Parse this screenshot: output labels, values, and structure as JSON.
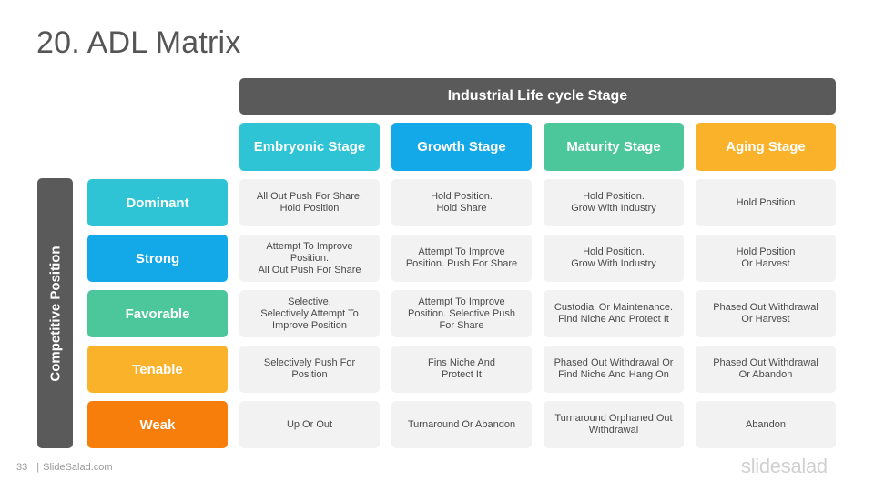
{
  "title": "20. ADL Matrix",
  "top_header": "Industrial Life cycle Stage",
  "side_header": "Competitive Position",
  "stages": [
    {
      "label": "Embryonic Stage",
      "color": "#2ec4d6"
    },
    {
      "label": "Growth Stage",
      "color": "#13a8e8"
    },
    {
      "label": "Maturity Stage",
      "color": "#4cc79b"
    },
    {
      "label": "Aging Stage",
      "color": "#fbb22b"
    }
  ],
  "positions": [
    {
      "label": "Dominant",
      "color": "#2ec4d6"
    },
    {
      "label": "Strong",
      "color": "#13a8e8"
    },
    {
      "label": "Favorable",
      "color": "#4cc79b"
    },
    {
      "label": "Tenable",
      "color": "#fbb22b"
    },
    {
      "label": "Weak",
      "color": "#f77e0b"
    }
  ],
  "cells": [
    [
      "All Out Push For Share.\nHold Position",
      "Hold Position.\nHold Share",
      "Hold Position.\nGrow With Industry",
      "Hold Position"
    ],
    [
      "Attempt To Improve\nPosition.\nAll Out Push For Share",
      "Attempt To Improve\nPosition. Push For Share",
      "Hold Position.\nGrow With Industry",
      "Hold Position\nOr Harvest"
    ],
    [
      "Selective.\nSelectively Attempt To\nImprove Position",
      "Attempt To Improve\nPosition. Selective Push\nFor Share",
      "Custodial Or Maintenance.\nFind Niche And Protect It",
      "Phased Out Withdrawal\nOr Harvest"
    ],
    [
      "Selectively Push For\nPosition",
      "Fins Niche And\nProtect It",
      "Phased Out Withdrawal Or\nFind Niche And Hang On",
      "Phased Out Withdrawal\nOr Abandon"
    ],
    [
      "Up Or Out",
      "Turnaround Or Abandon",
      "Turnaround Orphaned Out\nWithdrawal",
      "Abandon"
    ]
  ],
  "footer": {
    "page": "33",
    "site": "SlideSalad.com"
  },
  "logo": "slidesalad"
}
